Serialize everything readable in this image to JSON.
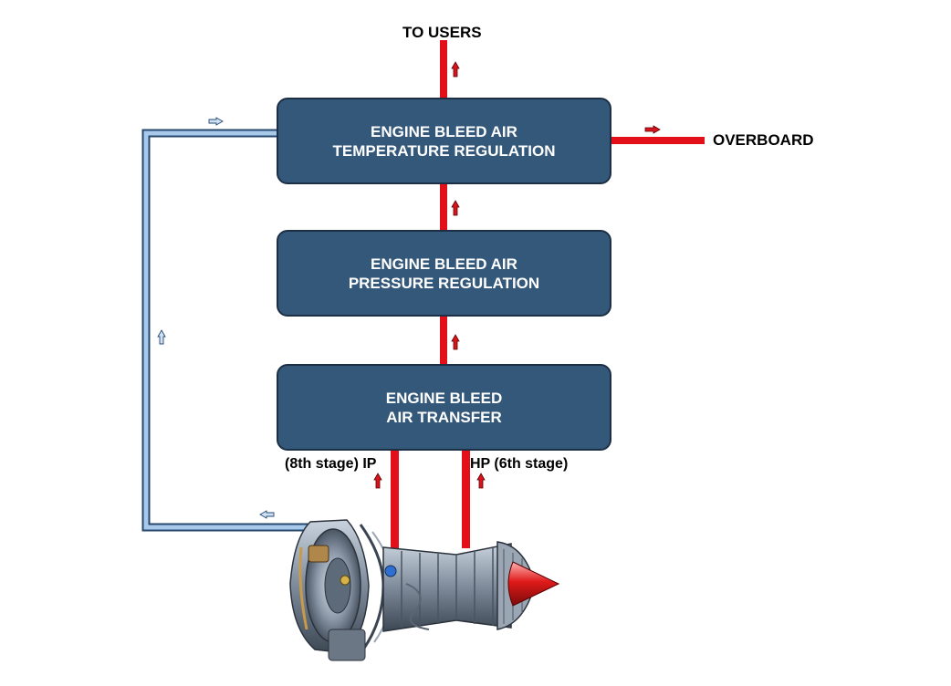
{
  "labels": {
    "to_users": "TO USERS",
    "overboard": "OVERBOARD",
    "ip": "(8th stage) IP",
    "hp": "HP (6th stage)"
  },
  "boxes": {
    "temperature": {
      "line1": "ENGINE BLEED AIR",
      "line2": "TEMPERATURE REGULATION"
    },
    "pressure": {
      "line1": "ENGINE BLEED AIR",
      "line2": "PRESSURE REGULATION"
    },
    "transfer": {
      "line1": "ENGINE BLEED",
      "line2": "AIR TRANSFER"
    }
  },
  "colors": {
    "box_fill": "#34587a",
    "hot_air_line": "#e3101a",
    "cooling_line": "#a9c9ea",
    "arrow_red": "#d9141c",
    "arrow_blue": "#cfe2f5"
  },
  "icons": [
    "jet-engine-icon",
    "flow-arrow-icon"
  ]
}
